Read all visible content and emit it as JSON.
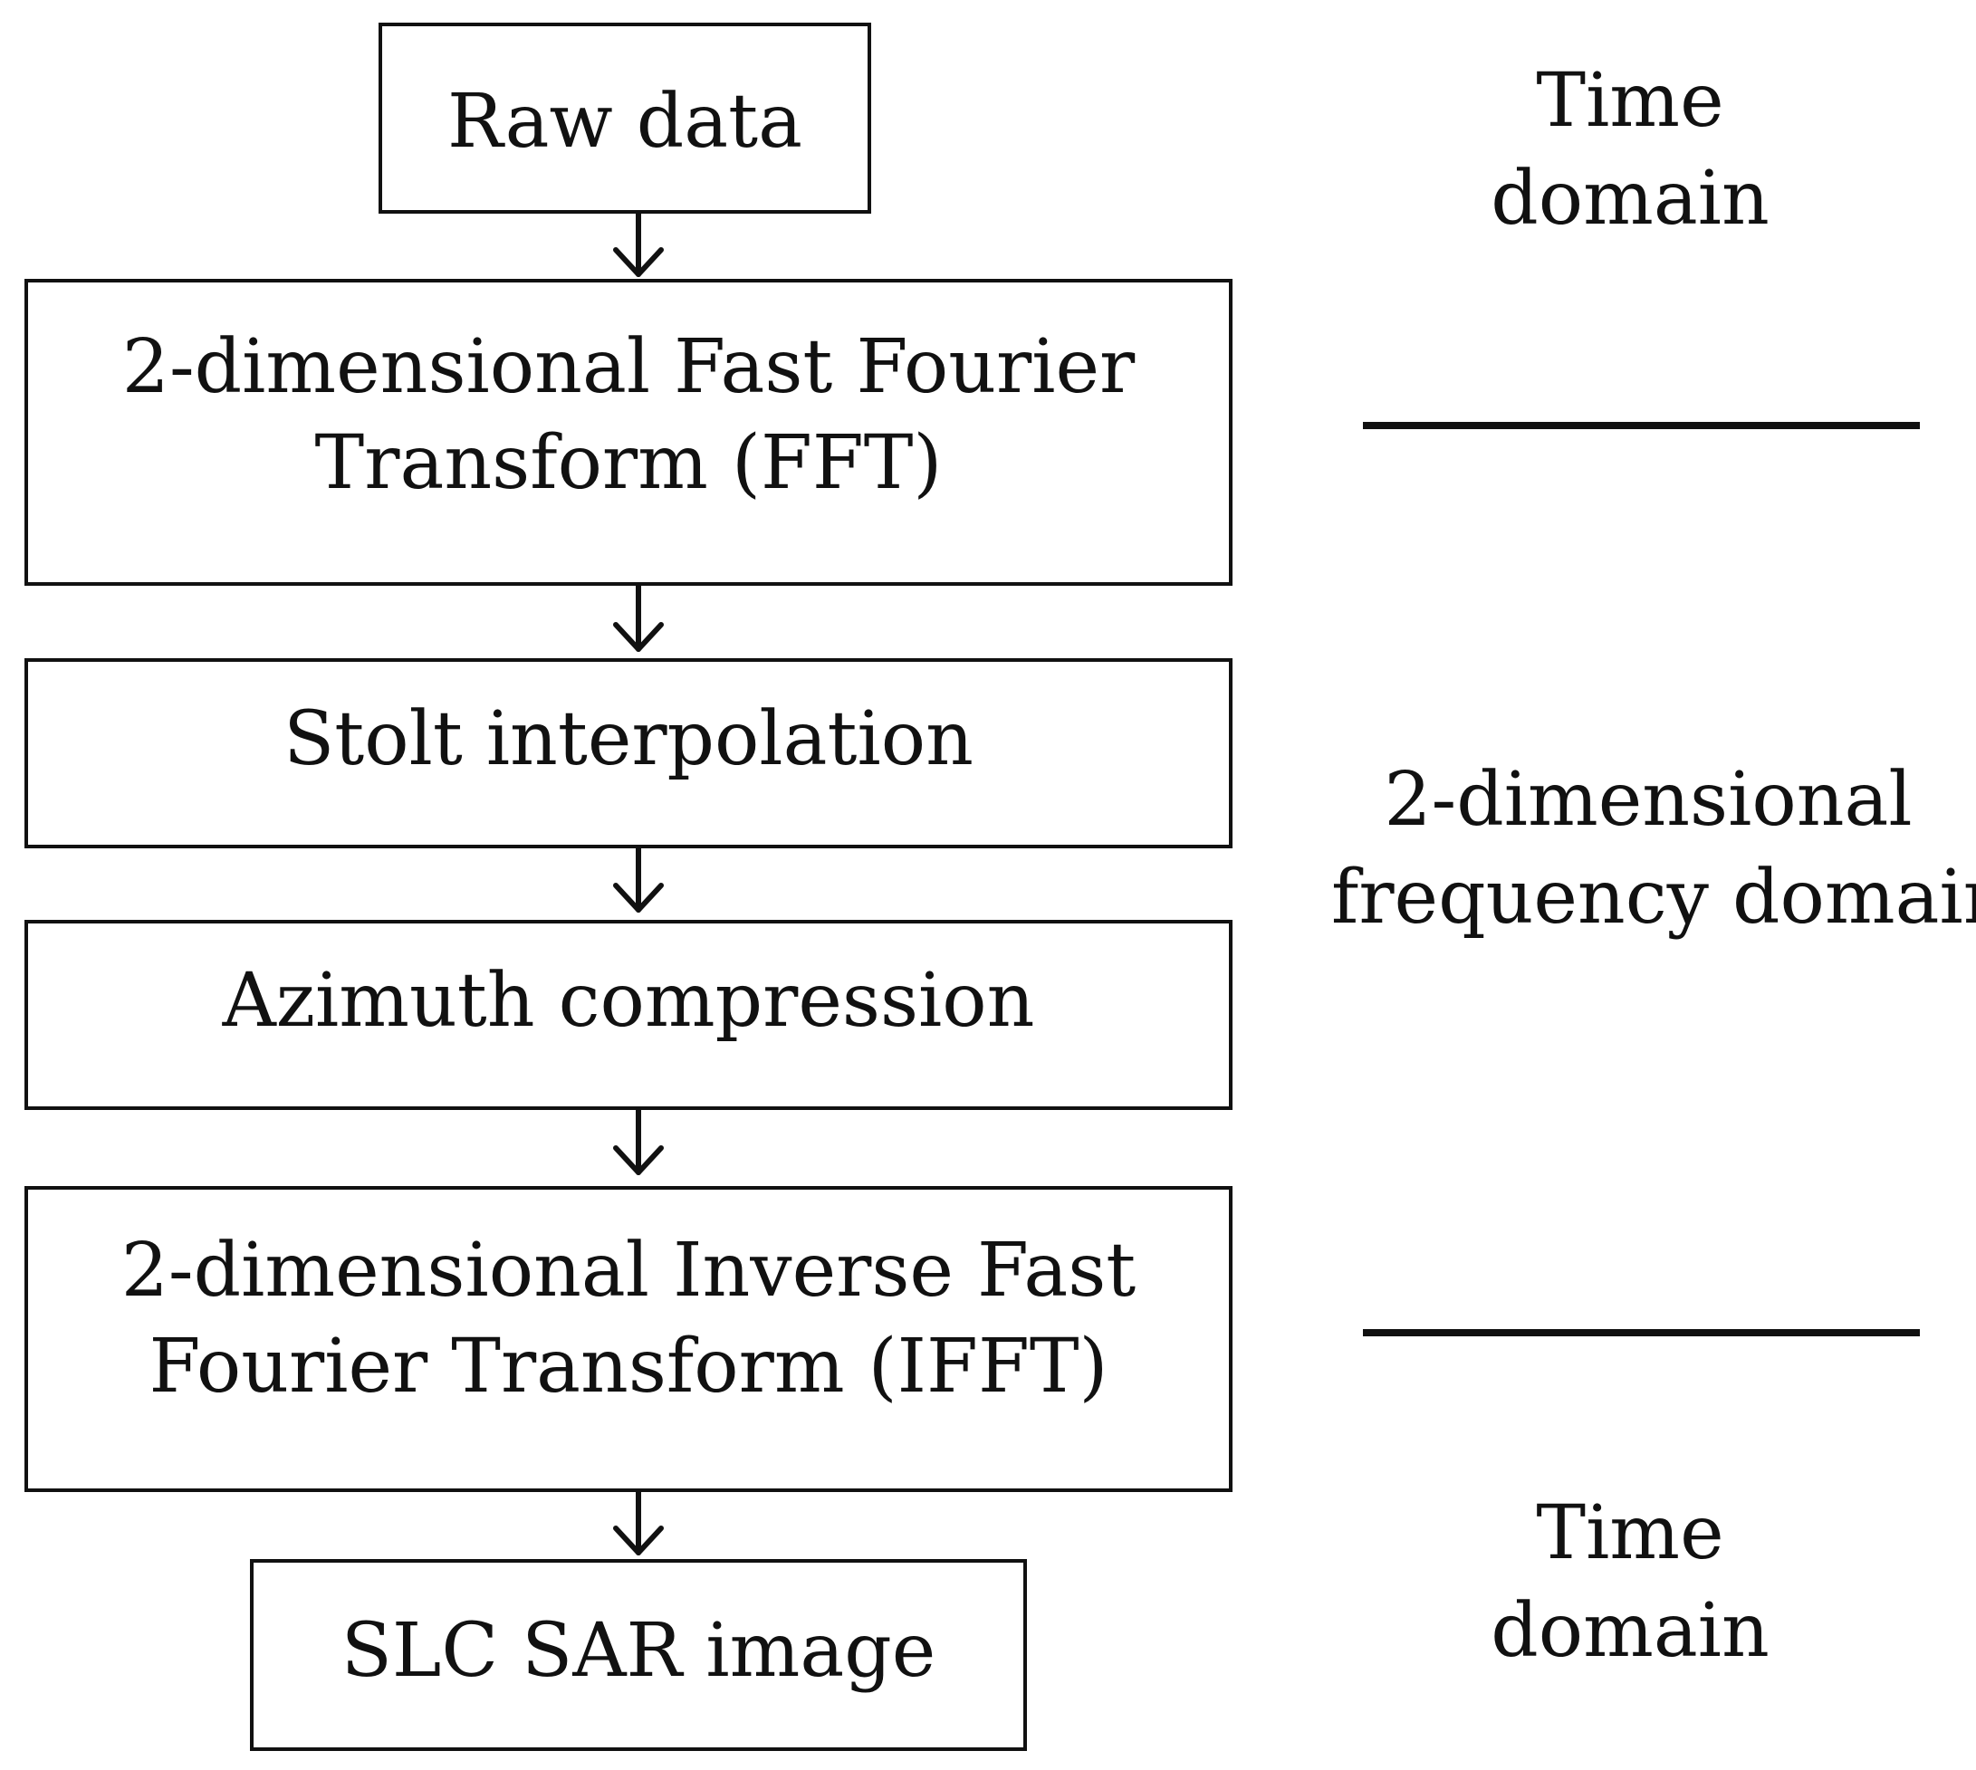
{
  "steps": [
    {
      "lines": [
        "Raw data"
      ]
    },
    {
      "lines": [
        "2-dimensional Fast Fourier",
        "Transform (FFT)"
      ]
    },
    {
      "lines": [
        "Stolt interpolation"
      ]
    },
    {
      "lines": [
        "Azimuth compression"
      ]
    },
    {
      "lines": [
        "2-dimensional Inverse Fast",
        "Fourier Transform (IFFT)"
      ]
    },
    {
      "lines": [
        "SLC SAR image"
      ]
    }
  ],
  "domains": {
    "top": [
      "Time",
      "domain"
    ],
    "middle": [
      "2-dimensional",
      "frequency domain"
    ],
    "bottom": [
      "Time",
      "domain"
    ]
  }
}
